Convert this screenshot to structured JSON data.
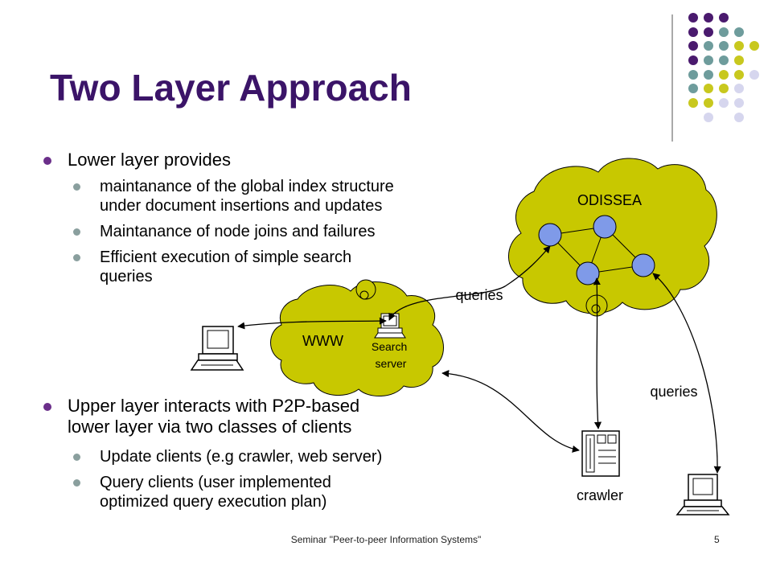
{
  "slide": {
    "title": "Two Layer Approach",
    "footer": "Seminar \"Peer-to-peer Information Systems\"",
    "page_number": "5"
  },
  "bullets": {
    "lower": {
      "text": "Lower layer provides",
      "items": [
        "maintanance of the global index structure",
        "under document insertions and updates",
        "Maintanance of node joins and failures",
        "Efficient execution of simple search",
        "queries"
      ]
    },
    "upper": {
      "lines": [
        "Upper layer interacts with P2P-based",
        "lower layer via two classes of clients"
      ],
      "items": [
        "Update clients (e.g crawler, web server)",
        "Query clients (user implemented",
        "optimized query execution plan)"
      ]
    }
  },
  "diagram": {
    "odissea_label": "ODISSEA",
    "www_label": "WWW",
    "search_server_label": [
      "Search",
      "server"
    ],
    "queries_label_1": "queries",
    "queries_label_2": "queries",
    "crawler_label": "crawler",
    "colors": {
      "cloud_fill": "#c8c800",
      "node_fill": "#7f9ae8",
      "title_color": "#3b1468",
      "dot_purple": "#4a1a6e",
      "dot_teal": "#6e9c9c",
      "dot_olive": "#c8c81e",
      "dot_lavender": "#d6d6ee"
    }
  }
}
